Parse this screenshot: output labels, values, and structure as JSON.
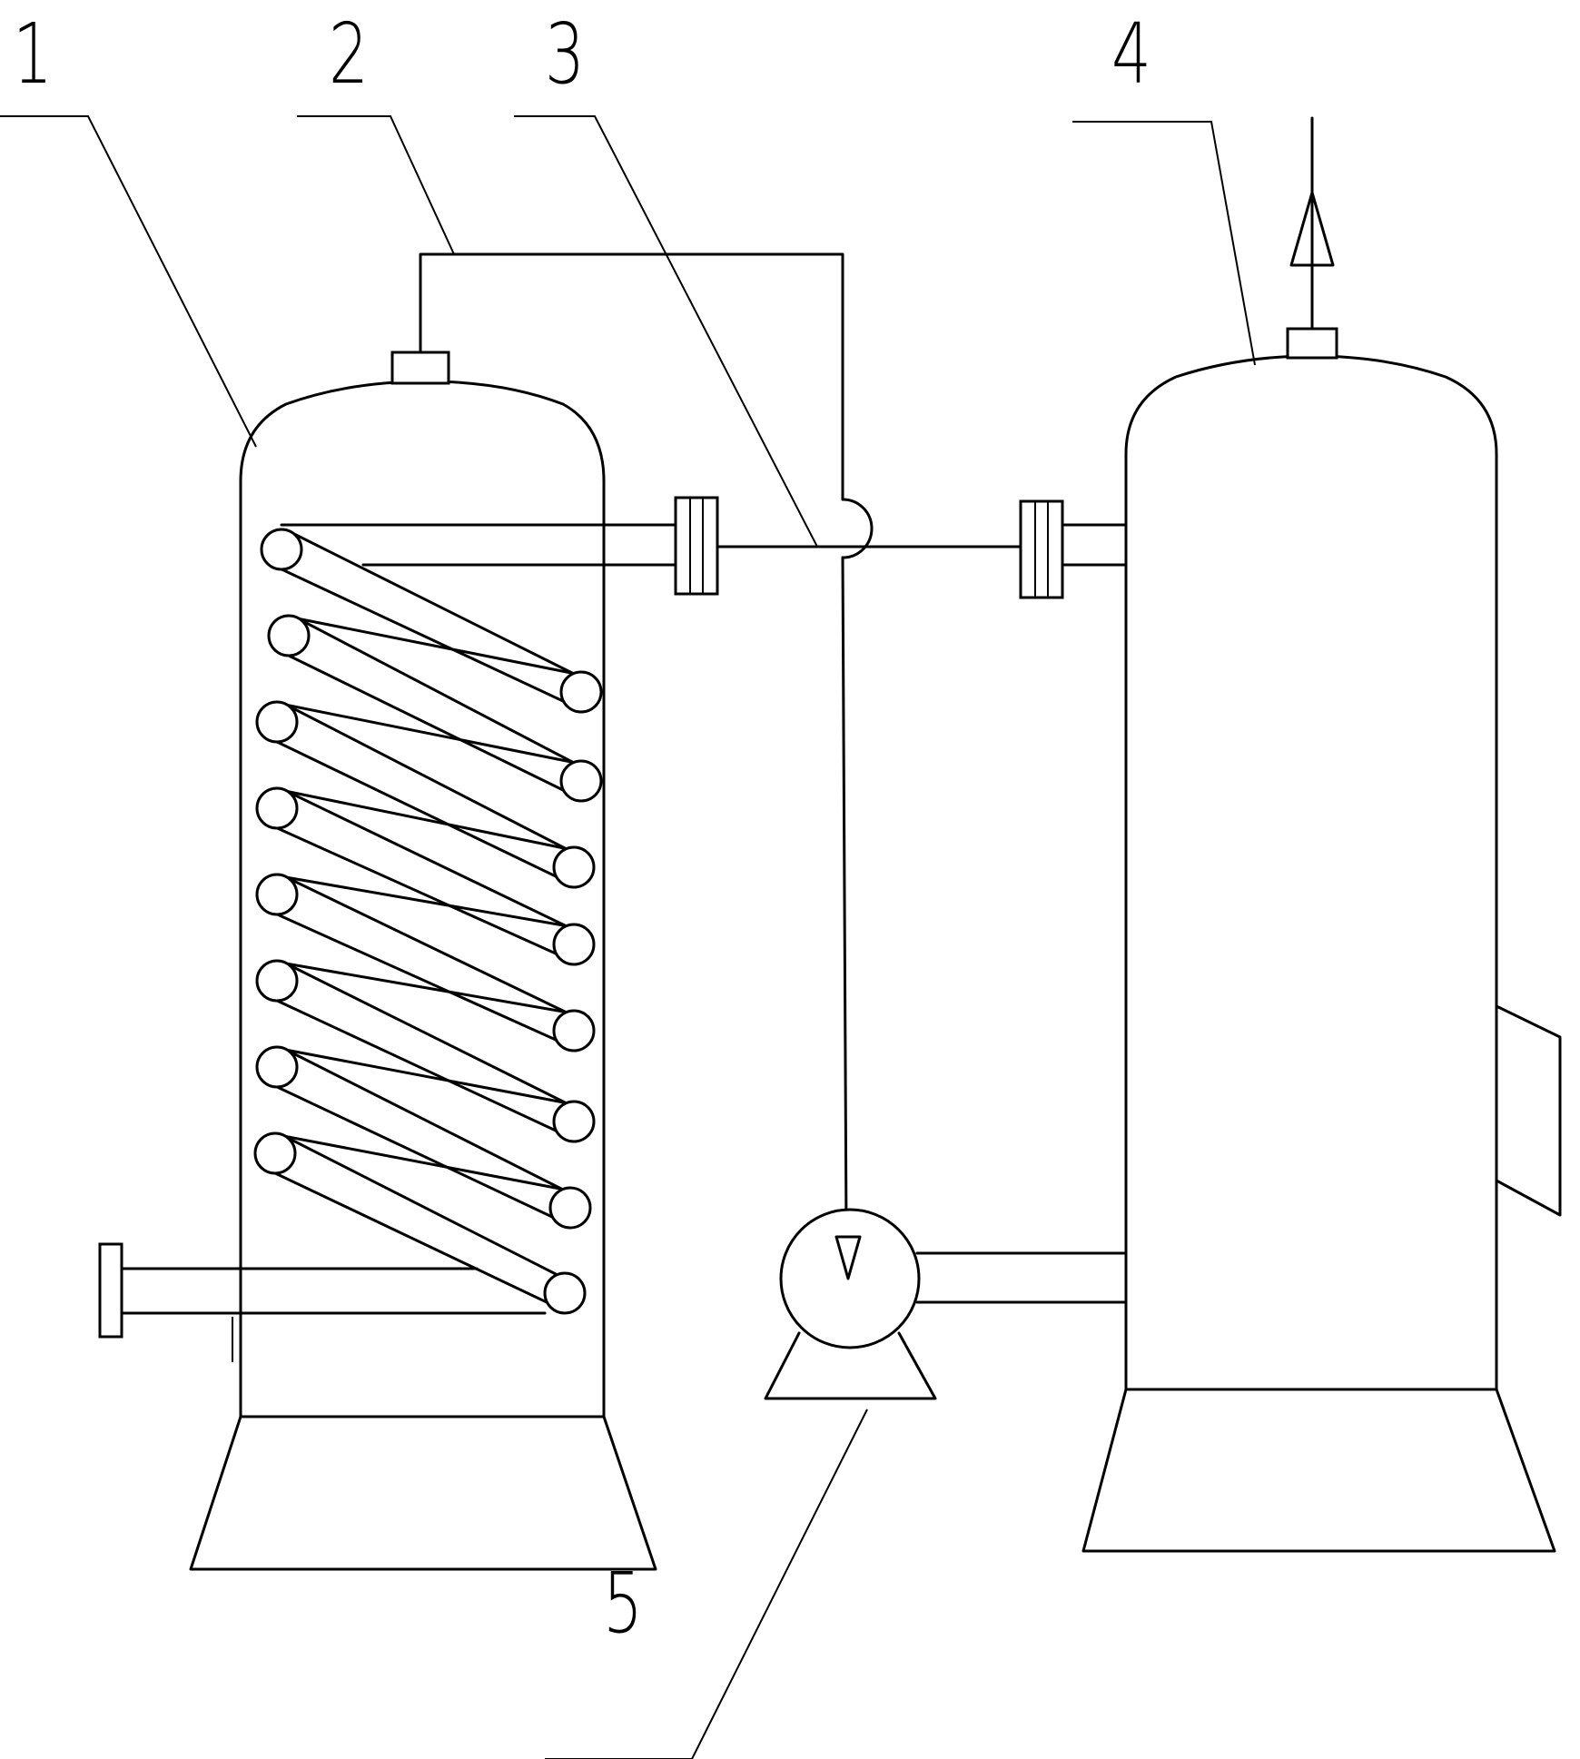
{
  "labels": {
    "tank_left": "1",
    "pipe_top": "2",
    "pipe_mid": "3",
    "tank_right": "4",
    "pump": "5"
  },
  "colors": {
    "line": "#000000",
    "background": "#ffffff"
  }
}
